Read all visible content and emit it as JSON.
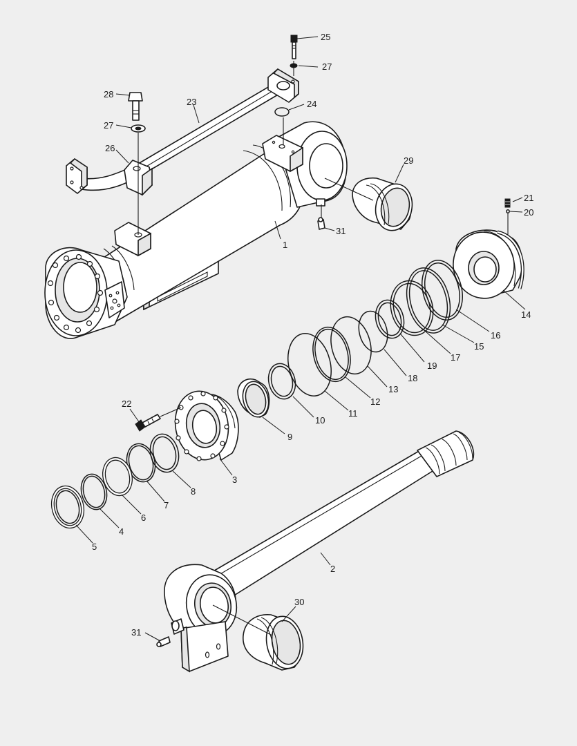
{
  "callouts": [
    {
      "id": "c1",
      "text": "1"
    },
    {
      "id": "c2",
      "text": "2"
    },
    {
      "id": "c3",
      "text": "3"
    },
    {
      "id": "c4",
      "text": "4"
    },
    {
      "id": "c5",
      "text": "5"
    },
    {
      "id": "c6",
      "text": "6"
    },
    {
      "id": "c7",
      "text": "7"
    },
    {
      "id": "c8",
      "text": "8"
    },
    {
      "id": "c9",
      "text": "9"
    },
    {
      "id": "c10",
      "text": "10"
    },
    {
      "id": "c11",
      "text": "11"
    },
    {
      "id": "c12",
      "text": "12"
    },
    {
      "id": "c13",
      "text": "13"
    },
    {
      "id": "c14",
      "text": "14"
    },
    {
      "id": "c15",
      "text": "15"
    },
    {
      "id": "c16",
      "text": "16"
    },
    {
      "id": "c17",
      "text": "17"
    },
    {
      "id": "c18",
      "text": "18"
    },
    {
      "id": "c19",
      "text": "19"
    },
    {
      "id": "c20",
      "text": "20"
    },
    {
      "id": "c21",
      "text": "21"
    },
    {
      "id": "c22",
      "text": "22"
    },
    {
      "id": "c23",
      "text": "23"
    },
    {
      "id": "c24",
      "text": "24"
    },
    {
      "id": "c25",
      "text": "25"
    },
    {
      "id": "c26",
      "text": "26"
    },
    {
      "id": "c27a",
      "text": "27"
    },
    {
      "id": "c27b",
      "text": "27"
    },
    {
      "id": "c28",
      "text": "28"
    },
    {
      "id": "c29",
      "text": "29"
    },
    {
      "id": "c30",
      "text": "30"
    },
    {
      "id": "c31a",
      "text": "31"
    },
    {
      "id": "c31b",
      "text": "31"
    }
  ]
}
